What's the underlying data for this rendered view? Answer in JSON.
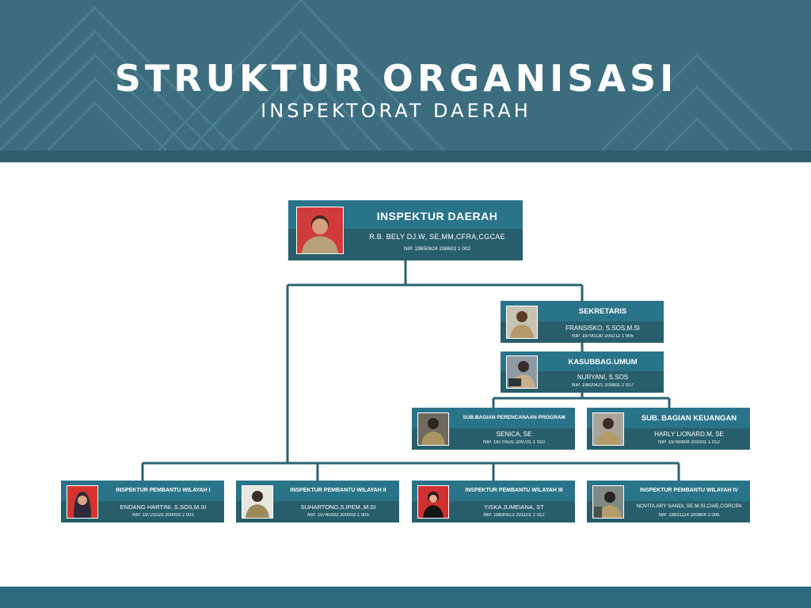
{
  "header": {
    "title": "STRUKTUR ORGANISASI",
    "subtitle": "INSPEKTORAT DAERAH"
  },
  "colors": {
    "header_bg": "#3c6d7e",
    "card_title_bg": "#2a7489",
    "card_body_bg": "#285e6c",
    "connector": "#2a6373",
    "footer": "#2b6a7f"
  },
  "org": {
    "inspektur": {
      "title": "INSPEKTUR DAERAH",
      "name": "R.B. BELY DJ.W, SE,MM,CFRA,CGCAE",
      "nip": "NIP. 19650624 198603 1 002"
    },
    "sekretaris": {
      "title": "SEKRETARIS",
      "name": "FRANSISKO, S.SOS,M.SI",
      "nip": "NIP. 19700130 200212 1 005"
    },
    "kasubbag_umum": {
      "title": "KASUBBAG.UMUM",
      "name": "NURYANI, S.SOS",
      "nip": "NIP. 19820421 200801 2 027"
    },
    "subbag_perencanaan": {
      "title": "SUB.BAGIAN PERENCANAAN PROGRAM",
      "name": "SENICA, SE",
      "nip": "NIP. 19770531 200701 1 010"
    },
    "subbag_keuangan": {
      "title": "SUB. BAGIAN KEUANGAN",
      "name": "HARLY LIONARD.M, SE",
      "nip": "NIP. 19760809 201001 1 012"
    },
    "wilayah": [
      {
        "title": "INSPEKTUR PEMBANTU WILAYAH I",
        "name": "ENDANG HARTINI, S.SOS,M.SI",
        "nip": "NIP. 19721023 200003 2 003"
      },
      {
        "title": "INSPEKTUR PEMBANTU WILAYAH II",
        "name": "SUHARTONO,S.IPEM.,M.SI",
        "nip": "NIP. 19740303 200003 1 005"
      },
      {
        "title": "INSPEKTUR PEMBANTU WILAYAH III",
        "name": "YISKA JUMEIANA, ST",
        "nip": "NIP. 19830513 201101 2 012"
      },
      {
        "title": "INSPEKTUR PEMBANTU WILAYAH IV",
        "name": "NOVITA ARY SANDI, SE,M.SI,CIAE,CGRCPA",
        "nip": "NIP. 19831114 200804 2 005"
      }
    ]
  }
}
